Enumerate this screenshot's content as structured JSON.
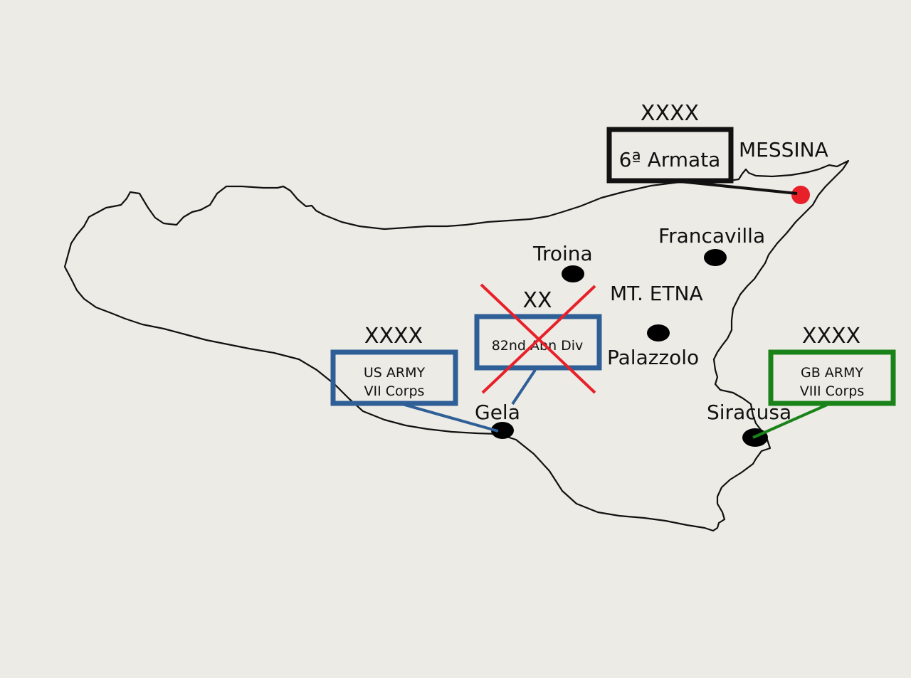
{
  "colors": {
    "background": "#edebe5",
    "coastline": "#111111",
    "us_army": "#2f5f97",
    "gb_army": "#198219",
    "italian_army": "#111111",
    "hq_marker": "#e8202a",
    "destroyed_cross": "#e8202a",
    "city_marker": "#000000"
  },
  "cities": {
    "messina": "MESSINA",
    "francavilla": "Francavilla",
    "troina": "Troina",
    "mt_etna": "MT. ETNA",
    "palazzolo": "Palazzolo",
    "gela": "Gela",
    "siracusa": "Siracusa"
  },
  "units": {
    "italian_6th_army": {
      "echelon": "XXXX",
      "name": "6ª Armata"
    },
    "us_army": {
      "echelon": "XXXX",
      "line1": "US ARMY",
      "line2": "VII Corps"
    },
    "div_82nd": {
      "echelon": "XX",
      "name": "82nd Abn Div",
      "status": "destroyed"
    },
    "gb_army": {
      "echelon": "XXXX",
      "line1": "GB ARMY",
      "line2": "VIII Corps"
    }
  }
}
